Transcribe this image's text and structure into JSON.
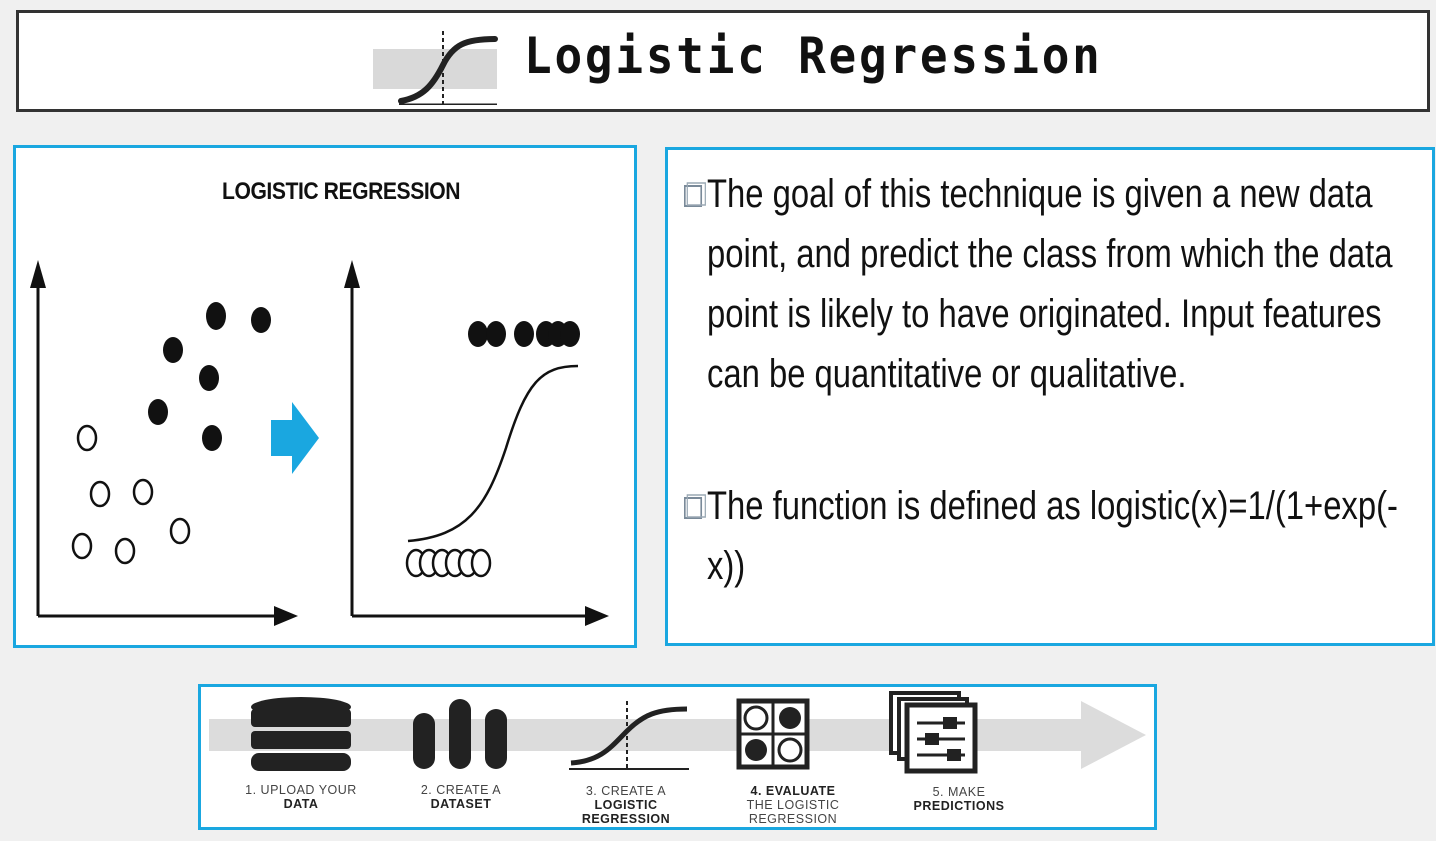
{
  "header": {
    "title": "Logistic Regression",
    "icon": "sigmoid-curve-icon"
  },
  "diagram": {
    "title": "LOGISTIC REGRESSION",
    "arrow_color": "#1aa7e0"
  },
  "description": {
    "bullets": [
      "The goal of this technique is given a new data point, and predict the class from which the data point is likely to have originated. Input features can be quantitative or qualitative.",
      "The function is defined as logistic(x)=1/(1+exp(-x))"
    ]
  },
  "workflow": {
    "steps": [
      {
        "num_text": "1. UPLOAD YOUR",
        "bold_text": "DATA",
        "icon": "database-icon"
      },
      {
        "num_text": "2. CREATE A",
        "bold_text": "DATASET",
        "icon": "dataset-bars-icon"
      },
      {
        "num_text": "3. CREATE A",
        "bold_text": "LOGISTIC REGRESSION",
        "icon": "sigmoid-curve-icon"
      },
      {
        "num_text": "4. EVALUATE",
        "bold_text": "THE LOGISTIC REGRESSION",
        "icon": "confusion-matrix-icon"
      },
      {
        "num_text": "5. MAKE",
        "bold_text": "PREDICTIONS",
        "icon": "sliders-stack-icon"
      }
    ]
  },
  "colors": {
    "accent": "#1aa7e0",
    "title_border": "#333333"
  }
}
